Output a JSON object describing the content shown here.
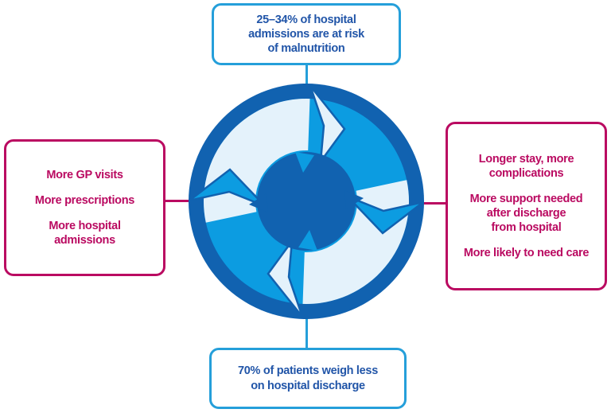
{
  "boxes": {
    "top": {
      "text": "25–34% of hospital\nadmissions are at risk\nof malnutrition"
    },
    "bottom": {
      "text": "70% of patients weigh less\non hospital discharge"
    },
    "left": {
      "items": [
        "More GP visits",
        "More prescriptions",
        "More hospital\nadmissions"
      ]
    },
    "right": {
      "items": [
        "Longer stay, more\ncomplications",
        "More support needed\nafter discharge\nfrom hospital",
        "More likely to need care"
      ]
    }
  },
  "colors": {
    "dark_blue": "#1162b0",
    "medium_blue": "#0c9ce1",
    "pale_blue": "#e4f2fb",
    "box_border_blue": "#259fda",
    "text_blue": "#2155a8",
    "magenta": "#ba0a61",
    "background": "#ffffff"
  },
  "icon": {
    "name": "cycle-arrows"
  }
}
